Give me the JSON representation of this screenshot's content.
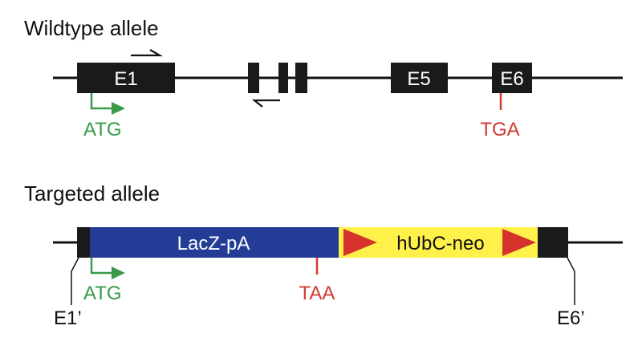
{
  "wildtype": {
    "title": "Wildtype allele",
    "exons": {
      "e1": "E1",
      "e5": "E5",
      "e6": "E6"
    },
    "start_codon": "ATG",
    "stop_codon": "TGA"
  },
  "targeted": {
    "title": "Targeted allele",
    "lacz_label": "LacZ-pA",
    "neo_label": "hUbC-neo",
    "start_codon": "ATG",
    "stop_codon": "TAA",
    "left_exon": "E1’",
    "right_exon": "E6’"
  },
  "colors": {
    "exon": "#1a1a1a",
    "start": "#3a9a4a",
    "stop": "#d23a32",
    "lacz": "#233d96",
    "neo": "#fff14a",
    "loxp": "#d6322c"
  }
}
